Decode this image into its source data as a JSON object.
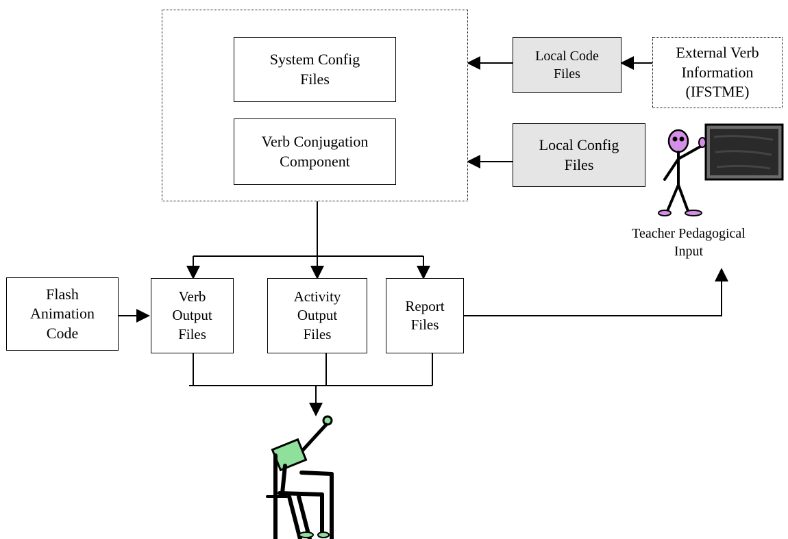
{
  "nodes": {
    "system_config": "System Config\nFiles",
    "verb_conjugation": "Verb Conjugation\nComponent",
    "local_code": "Local Code\nFiles",
    "external_verb": "External Verb\nInformation\n(IFSTME)",
    "local_config": "Local Config\nFiles",
    "teacher_input": "Teacher Pedagogical\nInput",
    "flash_animation": "Flash\nAnimation\nCode",
    "verb_output": "Verb\nOutput\nFiles",
    "activity_output": "Activity\nOutput\nFiles",
    "report_files": "Report\nFiles"
  },
  "colors": {
    "line": "#000000",
    "shaded_box": "#e5e5e5",
    "teacher_skin": "#d68fe6",
    "student_body": "#8fe09a",
    "chalkboard": "#2a2a2a"
  },
  "icons": {
    "teacher": "teacher-figure-icon",
    "chalkboard": "chalkboard-icon",
    "student": "student-figure-icon"
  }
}
